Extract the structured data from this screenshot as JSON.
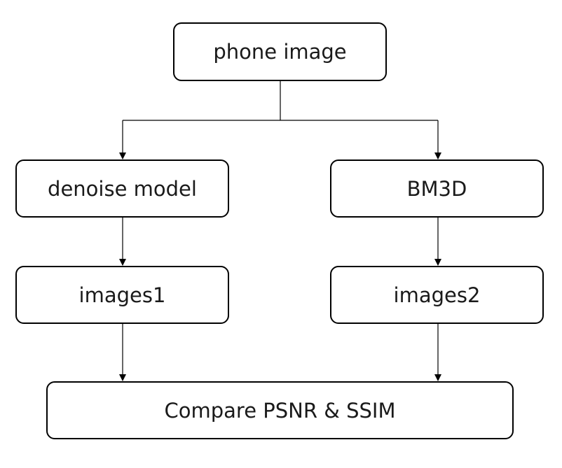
{
  "nodes": {
    "phone_image": "phone image",
    "denoise_model": "denoise model",
    "bm3d": "BM3D",
    "images1": "images1",
    "images2": "images2",
    "compare": "Compare PSNR & SSIM"
  }
}
